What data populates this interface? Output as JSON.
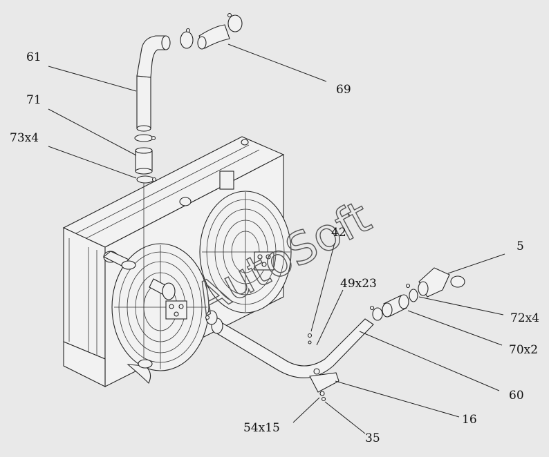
{
  "watermark": "AutoSoft",
  "callouts": [
    {
      "id": "c61",
      "text": "61"
    },
    {
      "id": "c71",
      "text": "71"
    },
    {
      "id": "c73x4",
      "text": "73x4"
    },
    {
      "id": "c69",
      "text": "69"
    },
    {
      "id": "c42",
      "text": "42"
    },
    {
      "id": "c49x23",
      "text": "49x23"
    },
    {
      "id": "c5",
      "text": "5"
    },
    {
      "id": "c72x4",
      "text": "72x4"
    },
    {
      "id": "c70x2",
      "text": "70x2"
    },
    {
      "id": "c60",
      "text": "60"
    },
    {
      "id": "c16",
      "text": "16"
    },
    {
      "id": "c54x15",
      "text": "54x15"
    },
    {
      "id": "c35",
      "text": "35"
    }
  ]
}
